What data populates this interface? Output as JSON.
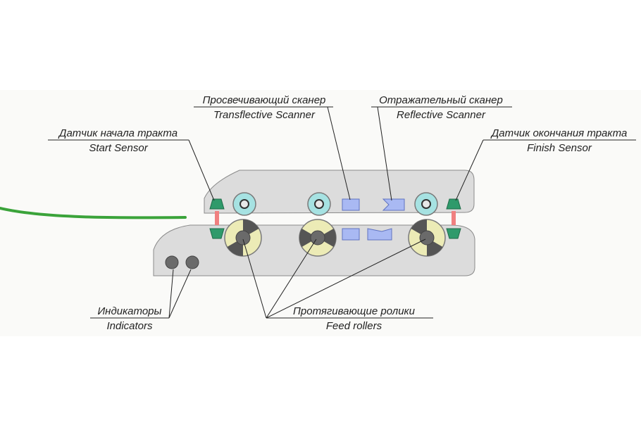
{
  "labels": {
    "transmissive": {
      "ru": "Просвечивающий сканер",
      "en": "Transflective  Scanner"
    },
    "reflective": {
      "ru": "Отражательный сканер",
      "en": "Reflective  Scanner"
    },
    "start": {
      "ru": "Датчик начала тракта",
      "en": "Start Sensor"
    },
    "finish": {
      "ru": "Датчик окончания тракта",
      "en": "Finish Sensor"
    },
    "indicators": {
      "ru": "Индикаторы",
      "en": "Indicators"
    },
    "rollers": {
      "ru": "Протягивающие ролики",
      "en": "Feed rollers"
    }
  },
  "colors": {
    "housing": "#dcdcdc",
    "housing_stroke": "#8a8a8a",
    "top_roller": "#a6e2e2",
    "feed_roller": "#ecebb6",
    "scanner": "#a9b9f3",
    "sensor": "#2f9a6b",
    "sensor_beam": "#f08080",
    "document_path": "#3aa33a"
  }
}
